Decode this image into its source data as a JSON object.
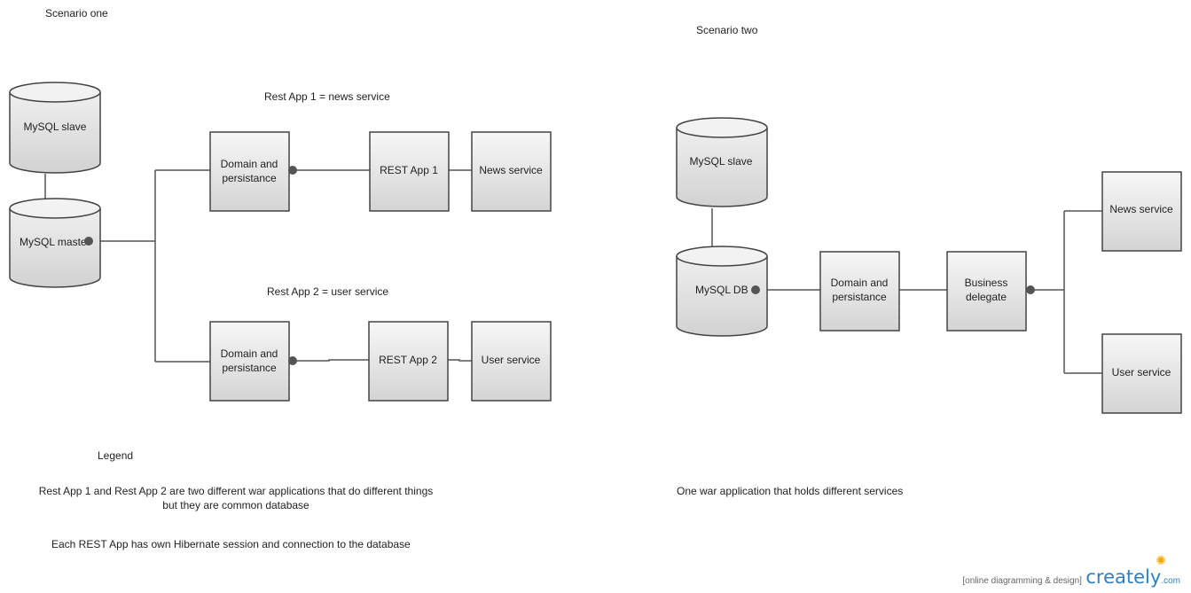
{
  "scenario_one": {
    "title": "Scenario one",
    "note_app1": "Rest App 1 = news service",
    "note_app2": "Rest App 2 = user service",
    "mysql_slave": "MySQL slave",
    "mysql_master": "MySQL maste",
    "domain1": [
      "Domain and",
      "persistance"
    ],
    "domain2": [
      "Domain and",
      "persistance"
    ],
    "rest_app1": "REST App 1",
    "rest_app2": "REST App 2",
    "news_service": "News service",
    "user_service": "User service"
  },
  "scenario_two": {
    "title": "Scenario two",
    "mysql_slave": "MySQL slave",
    "mysql_db": "MySQL DB",
    "domain": [
      "Domain and",
      "persistance"
    ],
    "business": [
      "Business",
      "delegate"
    ],
    "news_service": "News service",
    "user_service": "User service",
    "description": "One war application that holds different services"
  },
  "legend": {
    "title": "Legend",
    "line1": "Rest App 1 and Rest App 2 are two different war applications that do different things",
    "line2": "but they are common database",
    "line3": "Each REST App has own Hibernate session and connection to the database"
  },
  "watermark": {
    "tagline": "[online diagramming & design]",
    "brand": "creately",
    "tld": ".com"
  }
}
